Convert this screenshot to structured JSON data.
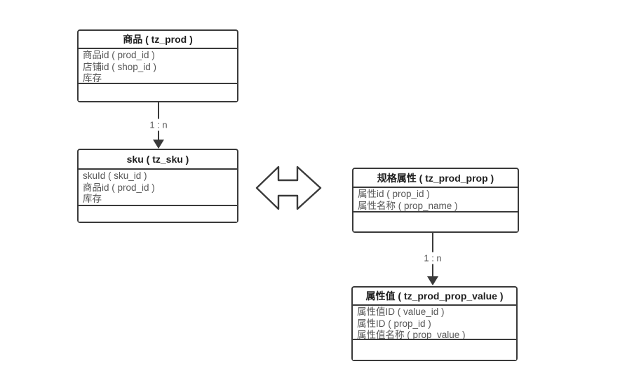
{
  "diagram": {
    "type": "entity-relationship",
    "colors": {
      "background": "#ffffff",
      "stroke": "#3a3a3a",
      "title_text": "#1f1f1f",
      "field_text": "#575757",
      "label_text": "#595959"
    },
    "entities": [
      {
        "id": "prod",
        "title": "商品 ( tz_prod )",
        "fields": [
          "商品id ( prod_id )",
          "店铺id ( shop_id )",
          "库存"
        ]
      },
      {
        "id": "sku",
        "title": "sku ( tz_sku )",
        "fields": [
          "skuId ( sku_id )",
          "商品id ( prod_id )",
          "库存"
        ]
      },
      {
        "id": "prod_prop",
        "title": "规格属性 ( tz_prod_prop )",
        "fields": [
          "属性id ( prop_id )",
          "属性名称 ( prop_name )"
        ]
      },
      {
        "id": "prod_prop_value",
        "title": "属性值 ( tz_prod_prop_value )",
        "fields": [
          "属性值ID ( value_id )",
          "属性ID ( prop_id )",
          "属性值名称 ( prop_value )"
        ]
      }
    ],
    "connectors": [
      {
        "from": "prod",
        "to": "sku",
        "label": "1 : n"
      },
      {
        "from": "prod_prop",
        "to": "prod_prop_value",
        "label": "1 : n"
      }
    ],
    "hub_icon": "double-horizontal-arrow"
  }
}
